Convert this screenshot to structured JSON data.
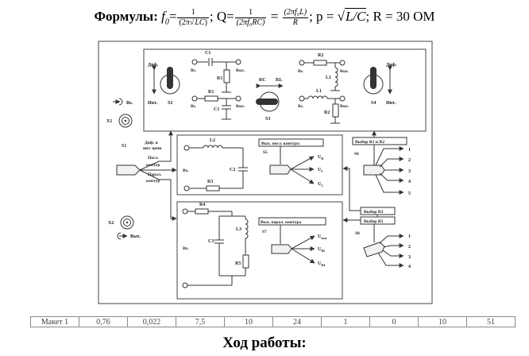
{
  "formula": {
    "label": "Формулы:",
    "f0_lhs": "f",
    "f0_sub": "0",
    "f0_num": "1",
    "f0_den_pre": "(2π",
    "f0_den_sqrt": "LC",
    "f0_den_post": ")",
    "q_lhs": "; Q=",
    "q_num": "1",
    "q_den": "(2πf₀RC)",
    "q_eq": " = ",
    "q2_num": "(2πf₀L)",
    "q2_den": "R",
    "p_part": "; p = ",
    "p_sqrt": "L/C",
    "r_part": "; R = 30 ОМ"
  },
  "diagram": {
    "top_panel": {
      "s2": {
        "label": "S2",
        "up": "Диф.",
        "down": "Инт."
      },
      "s3": {
        "label": "S3",
        "left": "RC",
        "right": "RL"
      },
      "s4": {
        "label": "S4",
        "up": "Диф.",
        "down": "Инт."
      },
      "rc_diff": {
        "c": "C1",
        "r": "R1",
        "in": "Вх.",
        "out": "Вых."
      },
      "rc_int": {
        "c": "C1",
        "r": "R1",
        "in": "Вх.",
        "out": "Вых."
      },
      "rl_diff": {
        "r": "R2",
        "l": "L1",
        "in": "Вх.",
        "out": "Вых."
      },
      "rl_int": {
        "r": "R2",
        "l": "L1",
        "in": "Вх.",
        "out": "Вых."
      }
    },
    "left": {
      "x1": {
        "label": "X1",
        "caption": "Вх."
      },
      "x2": {
        "label": "X2",
        "caption": "Вых."
      },
      "s1": {
        "label": "S1",
        "opt1": "Диф. и",
        "opt1b": "инт. цепи",
        "opt2": "Посл.",
        "opt2b": "контур",
        "opt3": "Парал.",
        "opt3b": "контур"
      }
    },
    "series": {
      "l": "L2",
      "c": "C2",
      "r": "R3",
      "in": "Вх.",
      "box": "Вых. посл. контура",
      "switch": "S5",
      "outs": [
        "U",
        "U",
        "U"
      ],
      "out_subs": [
        "R",
        "L",
        "C"
      ]
    },
    "parallel": {
      "r4": "R4",
      "c": "C3",
      "l": "L3",
      "r5": "R5",
      "in": "Вх.",
      "box": "Вых. парал. контура",
      "switch": "S7",
      "outs": [
        "U",
        "U",
        "U"
      ],
      "out_subs": [
        "вых",
        "R5",
        "R4"
      ]
    },
    "right": {
      "s6": {
        "label": "S6",
        "box": "Выбор R1 и R2",
        "outs": [
          "1",
          "2",
          "3",
          "4",
          "5"
        ]
      },
      "s8": {
        "label": "S8",
        "box_r3": "Выбор R3",
        "box_r5": "Выбор R5",
        "outs": [
          "1",
          "2",
          "3",
          "4"
        ]
      }
    }
  },
  "table": {
    "cells": [
      "Макет 1",
      "0,76",
      "0,022",
      "7,5",
      "10",
      "24",
      "1",
      "0",
      "10",
      "51"
    ]
  },
  "heading": "Ход работы:"
}
